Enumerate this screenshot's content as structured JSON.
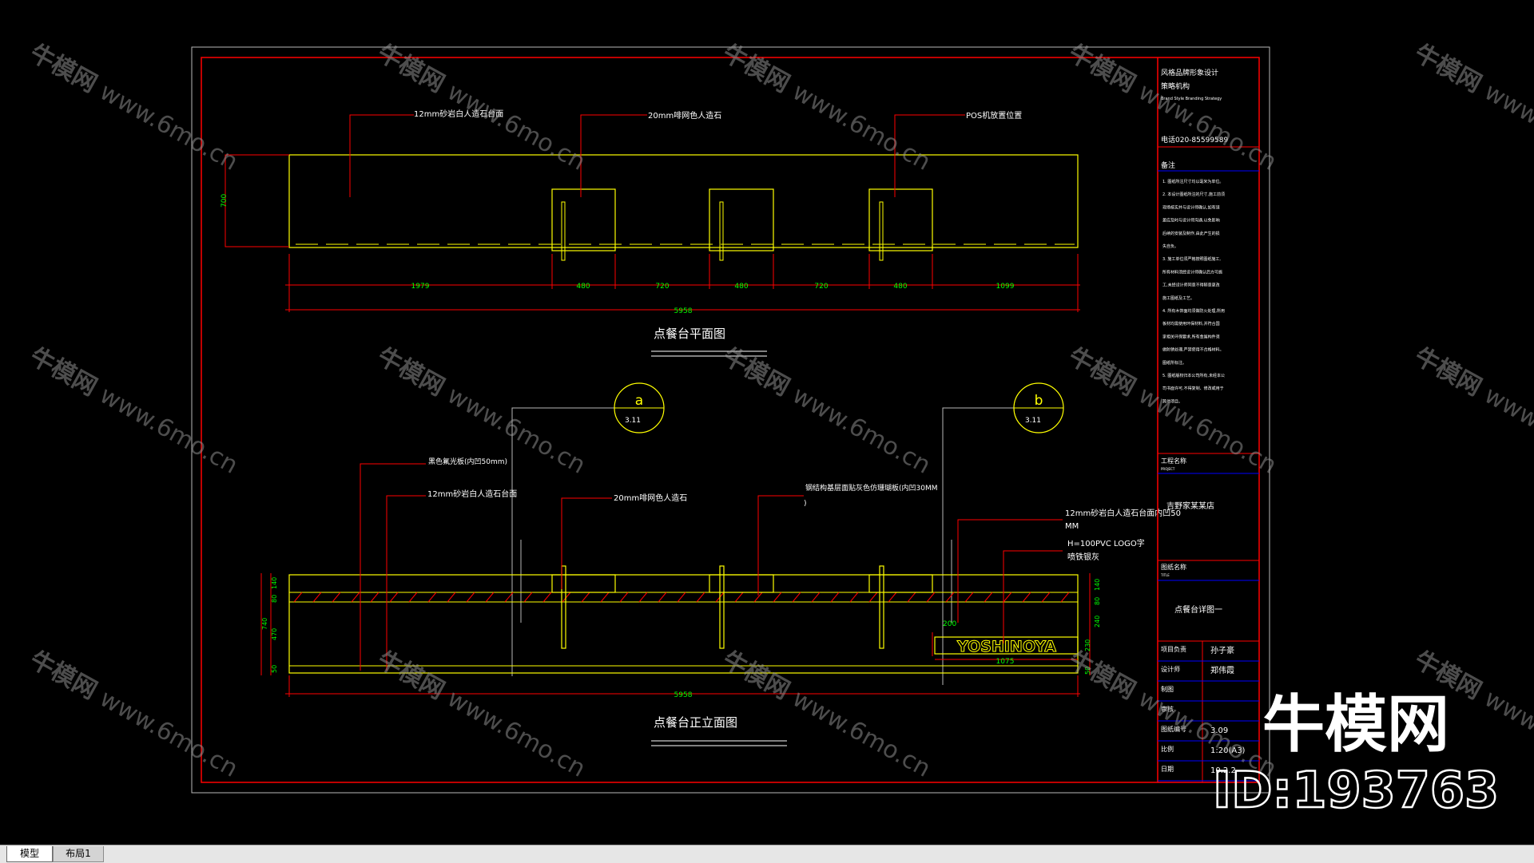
{
  "tabs": {
    "model": "模型",
    "layout": "布局1"
  },
  "plan": {
    "title": "点餐台平面图",
    "callout_1": "12mm砂岩白人造石台面",
    "callout_2": "20mm啡网色人造石",
    "callout_3": "POS机放置位置",
    "depth_dim": "700",
    "dims": [
      "1979",
      "480",
      "720",
      "480",
      "720",
      "480",
      "1099"
    ],
    "total_dim": "5958"
  },
  "elevation": {
    "title": "点餐台正立面图",
    "section_a": {
      "letter": "a",
      "ref": "3.11"
    },
    "section_b": {
      "letter": "b",
      "ref": "3.11"
    },
    "callout_top": "黑色氟光板(内凹50mm)",
    "callout_counter": "12mm砂岩白人造石台面",
    "callout_stone": "20mm啡网色人造石",
    "callout_steel_1": "钢结构基层面贴灰色仿珊瑚板(内凹30MM",
    "callout_steel_2": ")",
    "callout_right_1": "12mm砂岩白人造石台面内凹50",
    "callout_right_2": "MM",
    "callout_logo_1": "H=100PVC  LOGO字",
    "callout_logo_2": "喷铁银灰",
    "logo": "YOSHINOYA",
    "left_dims": [
      "140",
      "80",
      "740",
      "470",
      "50"
    ],
    "right_dims": [
      "140",
      "80",
      "240",
      "230",
      "50"
    ],
    "logo_width": "200",
    "logo_len": "1075",
    "total_dim": "5958"
  },
  "titleblock": {
    "company_1": "风格品牌形象设计",
    "company_2": "策略机构",
    "company_en": "Brand Style Branding Strategy",
    "phone": "电话020-85599589",
    "notes_label": "备注",
    "notes": [
      "1. 图纸所注尺寸均以毫米为单位。",
      "2. 本设计图纸所注的尺寸,施工前须",
      "    现场核实并与设计师确认,如有误",
      "    差应及时与设计师沟通,以免影响",
      "    后续的安装及制作,由此产生的损",
      "    失自负。",
      "3. 施工单位须严格按照图纸施工,",
      "    所有材料须经设计师确认后方可施",
      "    工,未经设计师同意不得随意更改",
      "    施工图纸及工艺。",
      "4. 所有木饰面均须做防火处理,所用",
      "    板材均需使用环保材料,并符合国",
      "    家相关环保要求,所有金属构件须",
      "    做防锈处理,严禁使用不合格材料。",
      "    图纸所标注。",
      "5. 图纸版权归本公司所有,未经本公",
      "    司书面许可,不得复制、修改或用于",
      "    其他项目。"
    ],
    "project_label": "工程名称",
    "project_label_en": "PROJECT",
    "project_name": "吉野家某某店",
    "drawing_label": "图纸名称",
    "drawing_label_en": "TITLE",
    "drawing_name": "点餐台详图一",
    "rows": [
      {
        "label": "项目负责",
        "value": "孙子豪"
      },
      {
        "label": "设计师",
        "value": "郑伟霞"
      },
      {
        "label": "制图",
        "value": ""
      },
      {
        "label": "审核",
        "value": ""
      },
      {
        "label": "图纸编号",
        "value": "3.09"
      },
      {
        "label": "比例",
        "value": "1:20(A3)"
      },
      {
        "label": "日期",
        "value": "10.2.2"
      }
    ]
  },
  "watermark": {
    "brand": "牛模网",
    "url": "www.6mo.cn",
    "big_brand": "牛模网",
    "id": "ID:193763"
  },
  "colors": {
    "background": "#000000",
    "frame": "#ff0000",
    "geometry": "#ffff00",
    "dims": "#00ff00",
    "leader": "#ff0000",
    "text": "#ffffff",
    "titleblock_lines": "#0000ff"
  }
}
